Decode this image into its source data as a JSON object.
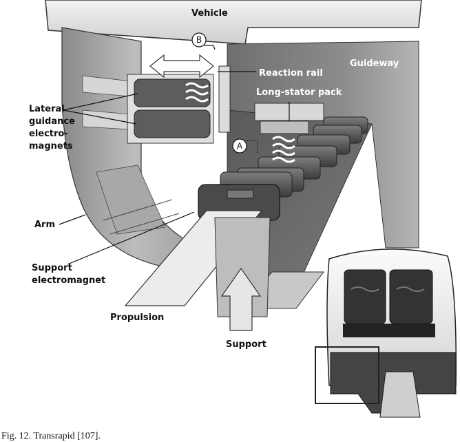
{
  "labels": {
    "vehicle": "Vehicle",
    "guideway": "Guideway",
    "reaction_rail": "Reaction rail",
    "long_stator_pack": "Long-stator pack",
    "lateral_guidance": [
      "Lateral",
      "guidance",
      "electro-",
      "magnets"
    ],
    "arm": "Arm",
    "support_electromagnet": [
      "Support",
      "electromagnet"
    ],
    "propulsion": "Propulsion",
    "support": "Support",
    "marker_a": "A",
    "marker_b": "B"
  },
  "caption": "Fig. 12.   Transrapid [107]."
}
